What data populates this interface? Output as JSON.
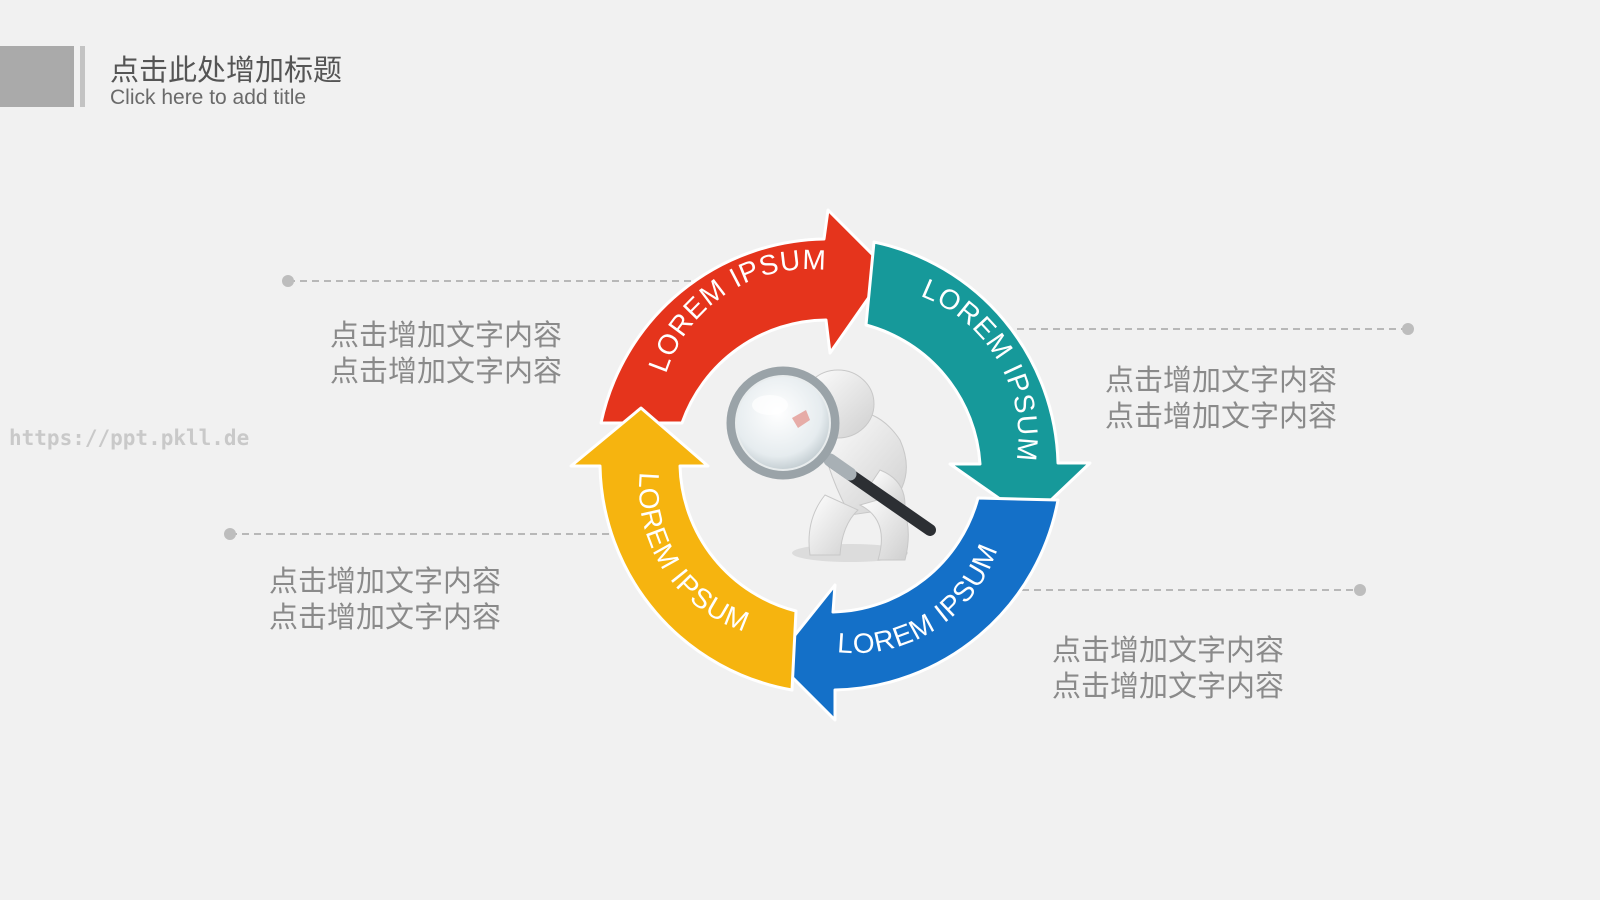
{
  "header": {
    "title": "点击此处增加标题",
    "subtitle": "Click here to add title"
  },
  "watermark": "https://ppt.pkll.de",
  "cycle": {
    "segments": [
      {
        "label": "LOREM IPSUM",
        "color": "#e5341c"
      },
      {
        "label": "LOREM IPSUM",
        "color": "#16999a"
      },
      {
        "label": "LOREM IPSUM",
        "color": "#1470c8"
      },
      {
        "label": "LOREM IPSUM",
        "color": "#f6b40f"
      }
    ],
    "center_figure": "person-with-magnifying-glass"
  },
  "callouts": [
    {
      "line1": "点击增加文字内容",
      "line2": "点击增加文字内容"
    },
    {
      "line1": "点击增加文字内容",
      "line2": "点击增加文字内容"
    },
    {
      "line1": "点击增加文字内容",
      "line2": "点击增加文字内容"
    },
    {
      "line1": "点击增加文字内容",
      "line2": "点击增加文字内容"
    }
  ],
  "colors": {
    "background": "#f1f1f1",
    "title_block": "#aaaaaa",
    "callout_text": "#8a8a8a",
    "leader_line": "#b8b8b8"
  }
}
